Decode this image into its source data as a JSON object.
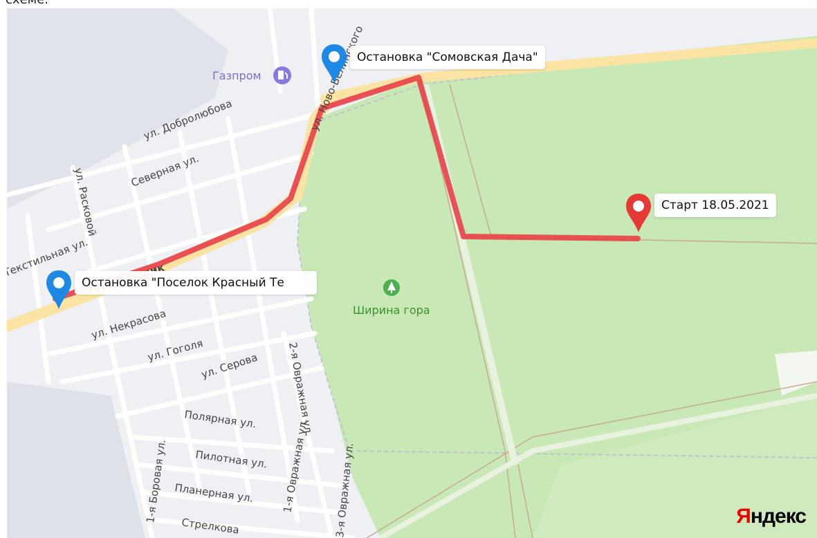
{
  "caption_fragment": "схеме.",
  "markers": {
    "stop_somovskaya": "Остановка \"Сомовская Дача\"",
    "stop_poselok": "Остановка \"Поселок Красный Те",
    "start": "Старт 18.05.2021"
  },
  "pois": {
    "gazprom": "Газпром",
    "shirina_gora": "Ширина гора"
  },
  "streets": {
    "dobrolyubova": "ул. Добролюбова",
    "severnaya": "Северная ул.",
    "raskovoy": "ул. Расковой",
    "tekstilnaya": "Текстильная ул.",
    "novo_belinskogo": "ул. Ново-Белинского",
    "nekrasova": "ул. Некрасова",
    "gogolya": "ул. Гоголя",
    "serova": "ул. Серова",
    "ovrazhnaya_2": "2-я Овражная ул.",
    "polyarnaya": "Полярная ул.",
    "pilotnaya": "Пилотная ул.",
    "planernaya": "Планерная ул.",
    "borovaya_1": "1-я Боровая ул.",
    "ovrazhnaya_1": "1-я Овражная ул.",
    "ovrazhnaya_3": "3-я Овражная ул.",
    "strelkovaya": "Стрелкова",
    "tekstilshik": "Текстильщик"
  },
  "logo": {
    "first": "Я",
    "rest": "ндекс"
  },
  "colors": {
    "forest": "#c8e8b5",
    "route": "#e8434a",
    "main_road": "#fbe3a4",
    "pin_blue": "#1e88e5",
    "pin_red": "#e53935",
    "logo_red": "#ee0000"
  }
}
